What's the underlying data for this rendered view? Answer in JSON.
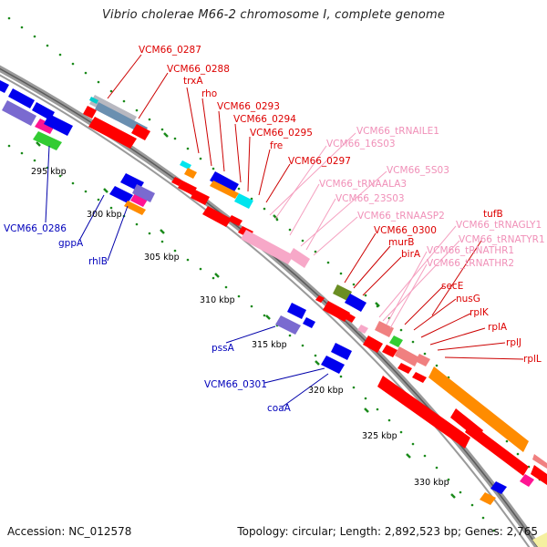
{
  "title": "Vibrio cholerae M66-2 chromosome I, complete genome",
  "footer": {
    "accession": "Accession: NC_012578",
    "topology": "Topology: circular; Length: 2,892,523 bp; Genes: 2,765"
  },
  "kbp_ticks": [
    "295 kbp",
    "300 kbp",
    "305 kbp",
    "310 kbp",
    "315 kbp",
    "320 kbp",
    "325 kbp",
    "330 kbp"
  ],
  "labels_red": [
    "VCM66_0287",
    "VCM66_0288",
    "trxA",
    "rho",
    "VCM66_0293",
    "VCM66_0294",
    "VCM66_0295",
    "fre",
    "VCM66_0297",
    "VCM66_0300",
    "murB",
    "birA",
    "tufB",
    "secE",
    "nusG",
    "rplK",
    "rplA",
    "rplJ",
    "rplL"
  ],
  "labels_pink": [
    "VCM66_tRNAILE1",
    "VCM66_16S03",
    "VCM66_tRNAALA3",
    "VCM66_23S03",
    "VCM66_5S03",
    "VCM66_tRNAASP2",
    "VCM66_tRNAGLY1",
    "VCM66_tRNATYR1",
    "VCM66_tRNATHR1",
    "VCM66_tRNATHR2"
  ],
  "labels_blue": [
    "VCM66_0286",
    "gppA",
    "rhlB",
    "pssA",
    "VCM66_0301",
    "coaA"
  ],
  "colors": {
    "red_gene": "#ff0000",
    "blue_gene": "#0000ee",
    "pink_rna": "#f7a8c8",
    "orange": "#ff8c00",
    "grey": "#b8b8c0",
    "steel": "#6a8fb0",
    "violet": "#7a6ad0",
    "green": "#33cc33",
    "olive": "#6b8e23",
    "cyan": "#00e5ee",
    "magenta": "#ff1493",
    "salmon": "#f08080",
    "tick_green": "#1a8a1a",
    "backbone": "#888888"
  }
}
